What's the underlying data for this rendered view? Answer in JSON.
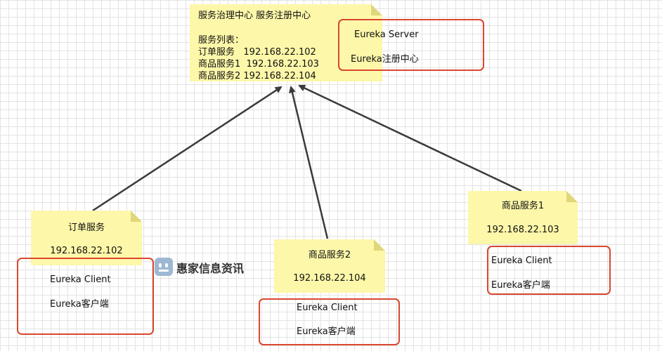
{
  "registry": {
    "title": "服务治理中心 服务注册中心",
    "list_label": "服务列表：",
    "rows": [
      "订单服务   192.168.22.102",
      "商品服务1  192.168.22.103",
      "商品服务2 192.168.22.104"
    ],
    "server_label": "Eureka Server",
    "server_desc": "Eureka注册中心"
  },
  "order_service": {
    "name": "订单服务",
    "ip": "192.168.22.102",
    "client_label": "Eureka Client",
    "client_desc": "Eureka客户端"
  },
  "product_service_2": {
    "name": "商品服务2",
    "ip": "192.168.22.104",
    "client_label": "Eureka Client",
    "client_desc": "Eureka客户端"
  },
  "product_service_1": {
    "name": "商品服务1",
    "ip": "192.168.22.103",
    "client_label": "Eureka Client",
    "client_desc": "Eureka客户端"
  },
  "watermark": {
    "text": "惠家信息资讯",
    "icon": "robot-logo-icon"
  },
  "colors": {
    "note": "#fdf7a9",
    "highlight": "#d9472f",
    "arrow": "#3a3a3a"
  }
}
